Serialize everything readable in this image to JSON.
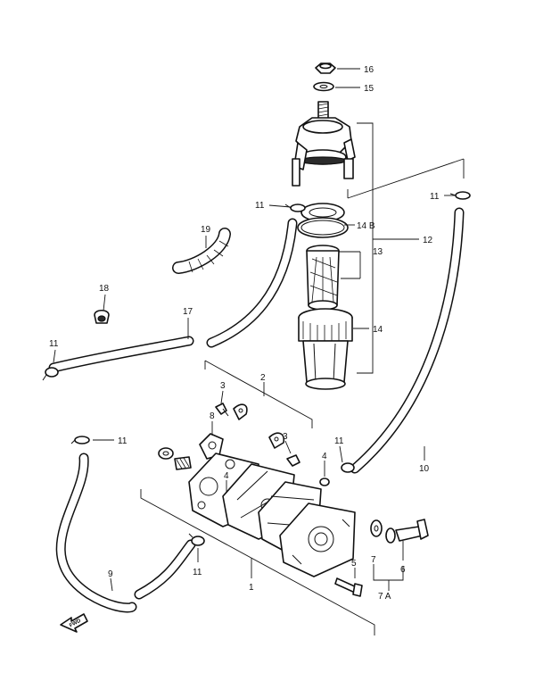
{
  "diagram": {
    "part_numbers": [
      "1",
      "2",
      "3",
      "3",
      "4",
      "4",
      "5",
      "6",
      "7",
      "7 A",
      "8",
      "9",
      "10",
      "11",
      "11",
      "11",
      "11",
      "11",
      "11",
      "12",
      "13",
      "14",
      "14 B",
      "15",
      "16",
      "17",
      "18",
      "19"
    ],
    "direction_arrow": "FWD",
    "colors": {
      "line": "#111111",
      "background": "#ffffff"
    }
  }
}
